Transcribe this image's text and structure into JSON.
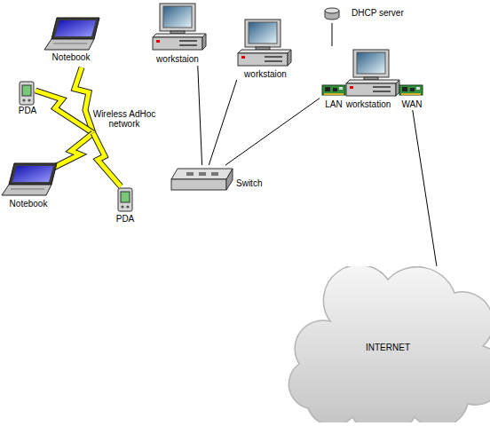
{
  "diagram": {
    "nodes": [
      {
        "text": [
          "Notebook"
        ]
      },
      {
        "text": [
          "workstaion"
        ]
      },
      {
        "text": [
          "DHCP server"
        ]
      },
      {
        "text": [
          "workstaion"
        ]
      },
      {
        "text": [
          "PDA"
        ]
      },
      {
        "text": [
          "workstation"
        ]
      },
      {
        "text": [
          "Switch"
        ]
      },
      {
        "text": [
          "Notebook"
        ]
      },
      {
        "text": [
          "PDA"
        ]
      },
      {
        "text": [
          "INTERNET"
        ]
      }
    ],
    "edges": [
      {
        "from": 1,
        "to": 6,
        "arrow": "none"
      },
      {
        "from": 3,
        "to": 6,
        "arrow": "none"
      },
      {
        "from": 6,
        "to": 5,
        "arrow": "none"
      },
      {
        "from": 2,
        "to": 5,
        "arrow": "none"
      },
      {
        "from": 5,
        "to": 9,
        "arrow": "none"
      }
    ],
    "labels": [
      "Wireless AdHoc network",
      "LAN",
      "WAN"
    ]
  }
}
